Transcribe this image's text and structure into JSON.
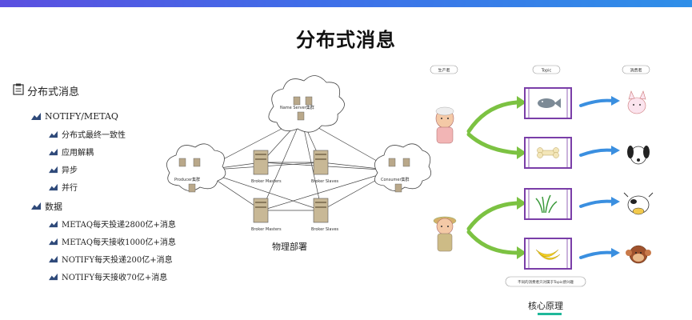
{
  "slide": {
    "title": "分布式消息"
  },
  "outline": {
    "root": "分布式消息",
    "items": [
      {
        "label": "NOTIFY/METAQ",
        "children": [
          "分布式最终一致性",
          "应用解耦",
          "异步",
          "并行"
        ]
      },
      {
        "label": "数据",
        "children": [
          "METAQ每天投递2800亿+消息",
          "METAQ每天接收1000亿+消息",
          "NOTIFY每天投递200亿+消息",
          "NOTIFY每天接收70亿+消息"
        ]
      }
    ]
  },
  "deployment": {
    "caption": "物理部署",
    "nodes": {
      "name_server": "Name Server集群",
      "producer": "Producer集群",
      "consumer": "Consumer集群",
      "broker_master_1": "Broker Masters",
      "broker_slave_1": "Broker Slaves",
      "broker_master_2": "Broker Masters",
      "broker_slave_2": "Broker Slaves"
    }
  },
  "principle": {
    "caption": "核心原理",
    "headers": {
      "producer": "生产者",
      "topic": "Topic",
      "consumer": "消费者"
    },
    "note": "不同的消费者只对属于Topic感兴趣",
    "topics": [
      "fish",
      "bone",
      "grass",
      "banana"
    ],
    "consumers": [
      "cat",
      "dog",
      "cow",
      "monkey"
    ]
  },
  "colors": {
    "arrow_green": "#7cc242",
    "arrow_blue": "#3a8fe0",
    "topic_border": "#7a3ea8",
    "accent": "#1fb89a"
  }
}
